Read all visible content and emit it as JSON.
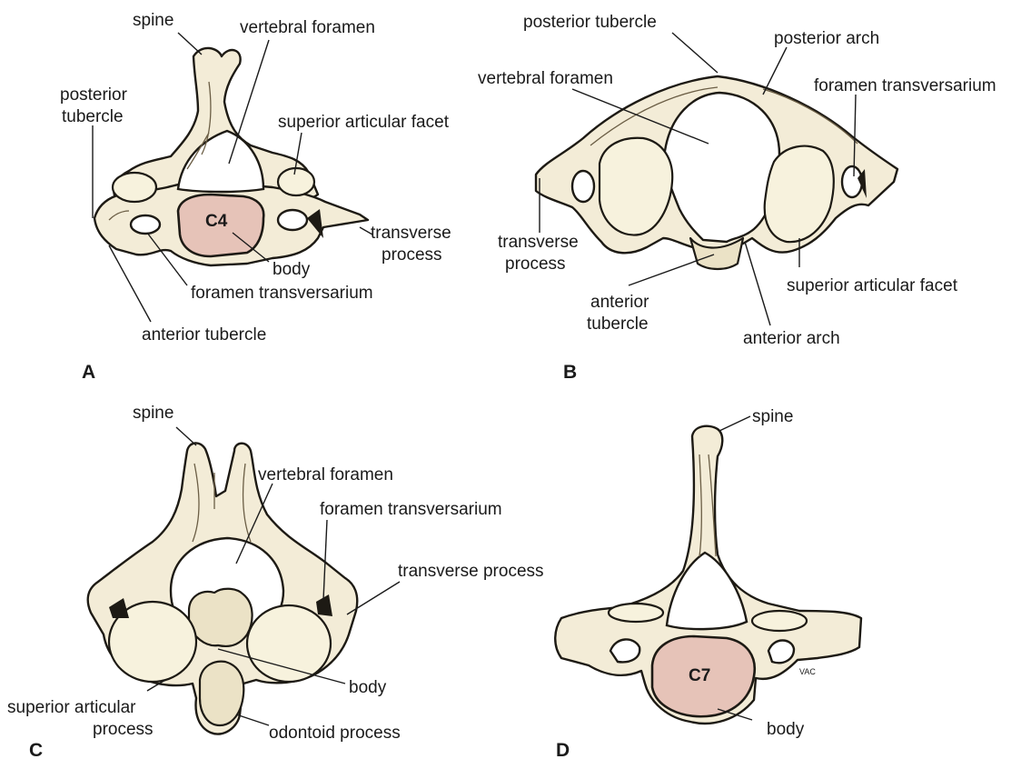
{
  "panels": {
    "A": {
      "letter": "A",
      "body_tag": "C4",
      "labels": {
        "spine": "spine",
        "vertebral_foramen": "vertebral foramen",
        "posterior_tubercle_1": "posterior",
        "posterior_tubercle_2": "tubercle",
        "superior_articular_facet": "superior articular facet",
        "transverse_process_1": "transverse",
        "transverse_process_2": "process",
        "body": "body",
        "foramen_transversarium": "foramen transversarium",
        "anterior_tubercle": "anterior tubercle"
      }
    },
    "B": {
      "letter": "B",
      "labels": {
        "posterior_tubercle": "posterior tubercle",
        "posterior_arch": "posterior arch",
        "vertebral_foramen": "vertebral foramen",
        "foramen_transversarium": "foramen transversarium",
        "transverse_process_1": "transverse",
        "transverse_process_2": "process",
        "anterior_tubercle_1": "anterior",
        "anterior_tubercle_2": "tubercle",
        "superior_articular_facet": "superior articular facet",
        "anterior_arch": "anterior arch"
      }
    },
    "C": {
      "letter": "C",
      "labels": {
        "spine": "spine",
        "vertebral_foramen": "vertebral foramen",
        "foramen_transversarium": "foramen transversarium",
        "transverse_process": "transverse process",
        "body": "body",
        "superior_articular_process_1": "superior articular",
        "superior_articular_process_2": "process",
        "odontoid_process": "odontoid process"
      }
    },
    "D": {
      "letter": "D",
      "body_tag": "C7",
      "signature": "VAC",
      "labels": {
        "spine": "spine",
        "body": "body"
      }
    }
  },
  "colors": {
    "bone": "#f3ecd7",
    "body_pink": "#e6c3b8",
    "outline": "#1d1a14",
    "background": "#ffffff"
  }
}
